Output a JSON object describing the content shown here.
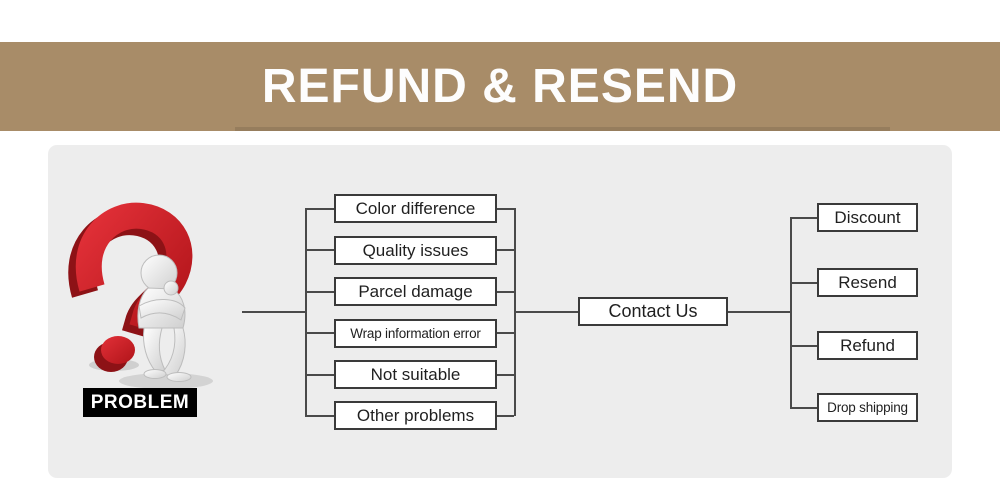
{
  "banner": {
    "title": "REFUND & RESEND"
  },
  "problem_figure": {
    "label": "PROBLEM",
    "icons": [
      "question-mark-icon",
      "thinking-person-icon"
    ]
  },
  "flowchart": {
    "problems": [
      "Color difference",
      "Quality issues",
      "Parcel damage",
      "Wrap information error",
      "Not suitable",
      "Other problems"
    ],
    "contact": "Contact Us",
    "solutions": [
      "Discount",
      "Resend",
      "Refund",
      "Drop shipping"
    ]
  },
  "colors": {
    "banner_bg": "#a88c68",
    "banner_text": "#fdfdfd",
    "panel_bg": "#ededed",
    "box_bg": "#ffffff",
    "box_border": "#3a3a3a",
    "line": "#4a4a4a",
    "question_mark_red": "#c6161d",
    "question_mark_dark_red": "#8d1216",
    "problem_label_bg": "#000000",
    "problem_label_text": "#ffffff"
  }
}
